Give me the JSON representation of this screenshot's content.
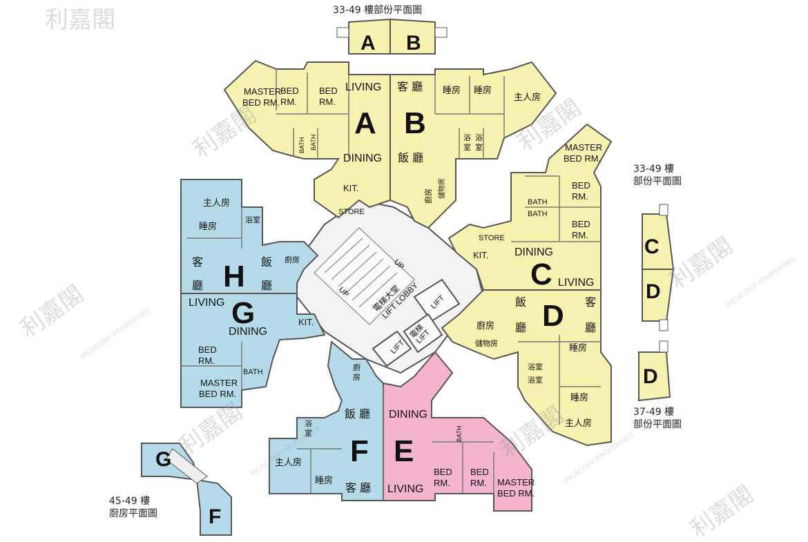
{
  "captions": {
    "top": "33-49 樓部份平面圖",
    "right_cd_line1": "33-49 樓",
    "right_cd_line2": "部份平面圖",
    "right_d_line1": "37-49 樓",
    "right_d_line2": "部份平面圖",
    "left_gf_line1": "45-49 樓",
    "left_gf_line2": "廚房平面圖"
  },
  "units": {
    "A": "A",
    "B": "B",
    "C": "C",
    "D": "D",
    "E": "E",
    "F": "F",
    "G": "G",
    "H": "H"
  },
  "inset_units": {
    "top_a": "A",
    "top_b": "B",
    "right_c": "C",
    "right_d": "D",
    "right_d2": "D",
    "left_g": "G",
    "left_f": "F"
  },
  "rooms": {
    "a_living": "LIVING",
    "a_dining": "DINING",
    "a_master_1": "MASTER",
    "a_master_2": "BED RM.",
    "a_bed1_1": "BED",
    "a_bed1_2": "RM.",
    "a_bed2_1": "BED",
    "a_bed2_2": "RM.",
    "a_bath1": "BATH",
    "a_bath2": "BATH",
    "a_kit": "KIT.",
    "a_store": "STORE",
    "b_living": "客 廳",
    "b_dining": "飯 廳",
    "b_bed1": "睡房",
    "b_bed2": "睡房",
    "b_master": "主人房",
    "b_bath_1": "浴",
    "b_bath_2": "室",
    "b_bath_3": "浴",
    "b_bath_4": "室",
    "b_kit": "廚房",
    "b_store": "儲物房",
    "c_master_1": "MASTER",
    "c_master_2": "BED RM.",
    "c_bed1_1": "BED",
    "c_bed1_2": "RM.",
    "c_bed2_1": "BED",
    "c_bed2_2": "RM.",
    "c_bath1": "BATH",
    "c_bath2": "BATH",
    "c_store": "STORE",
    "c_kit": "KIT.",
    "c_dining": "DINING",
    "c_living": "LIVING",
    "d_dining_1": "飯",
    "d_dining_2": "廳",
    "d_living_1": "客",
    "d_living_2": "廳",
    "d_kit": "廚房",
    "d_store": "儲物房",
    "d_bed1": "睡房",
    "d_bed2": "睡房",
    "d_master": "主人房",
    "d_bath1": "浴室",
    "d_bath2": "浴室",
    "e_dining": "DINING",
    "e_living": "LIVING",
    "e_bath": "BATH",
    "e_bed1_1": "BED",
    "e_bed1_2": "RM.",
    "e_bed2_1": "BED",
    "e_bed2_2": "RM.",
    "e_master_1": "MASTER",
    "e_master_2": "BED RM.",
    "f_dining": "飯 廳",
    "f_living": "客 廳",
    "f_bath_1": "浴",
    "f_bath_2": "室",
    "f_master": "主人房",
    "f_bed": "睡房",
    "f_kit_1": "廚",
    "f_kit_2": "房",
    "g_living": "LIVING",
    "g_dining": "DINING",
    "g_kit": "KIT.",
    "g_bed_1": "BED",
    "g_bed_2": "RM.",
    "g_bath": "BATH",
    "g_master_1": "MASTER",
    "g_master_2": "BED RM.",
    "h_master": "主人房",
    "h_bed": "睡房",
    "h_bath": "浴室",
    "h_living_1": "客",
    "h_living_2": "廳",
    "h_dining_1": "飯",
    "h_dining_2": "廳",
    "h_kit": "廚房"
  },
  "core": {
    "lobby_cn": "電梯大堂",
    "lobby_en": "LIFT LOBBY",
    "lift1": "LIFT",
    "lift2": "電梯",
    "lift3": "LIFT",
    "lift4": "LIFT",
    "up1": "UP",
    "up2": "UP"
  },
  "watermark": {
    "logo_cn": "利嘉閣",
    "logo_en": "RICACORP PROPERTIES"
  },
  "colors": {
    "yellow": "#f8f2b0",
    "blue": "#b5dbeb",
    "pink": "#f4b3cf",
    "wall": "#555555",
    "core": "#e9e9e9"
  }
}
